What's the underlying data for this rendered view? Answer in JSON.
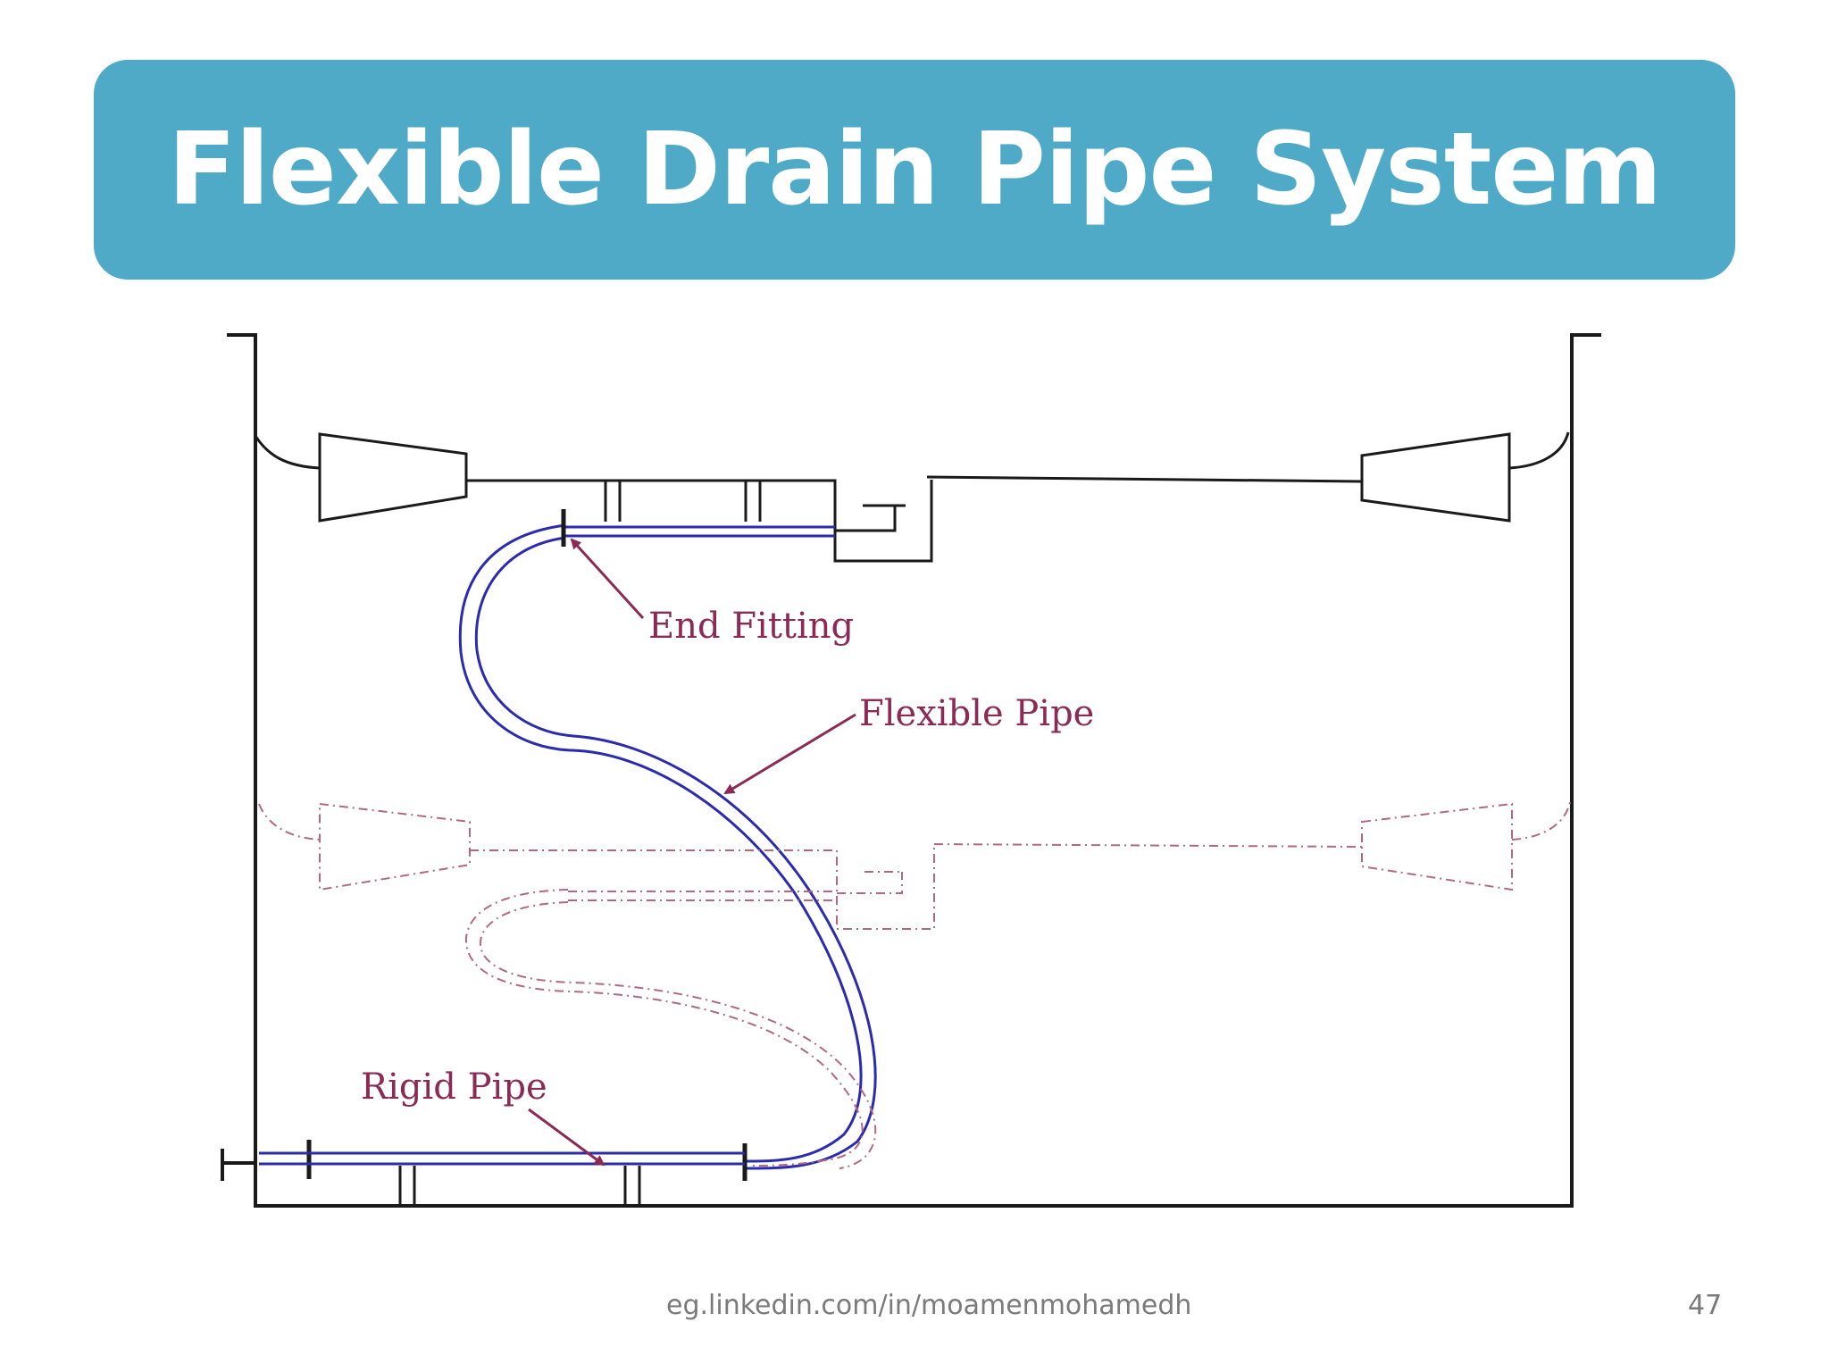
{
  "slide": {
    "title": "Flexible Drain Pipe System",
    "footer_url": "eg.linkedin.com/in/moamenmohamedh",
    "page_number": "47"
  },
  "diagram": {
    "labels": {
      "end_fitting": "End Fitting",
      "flexible_pipe": "Flexible Pipe",
      "rigid_pipe": "Rigid Pipe"
    },
    "colors": {
      "title_bar": "#4eaac7",
      "pipe": "#2b2bb0",
      "callout": "#8b2a55",
      "dashed_outline": "#b06a80",
      "structure": "#1a1a1a"
    }
  }
}
